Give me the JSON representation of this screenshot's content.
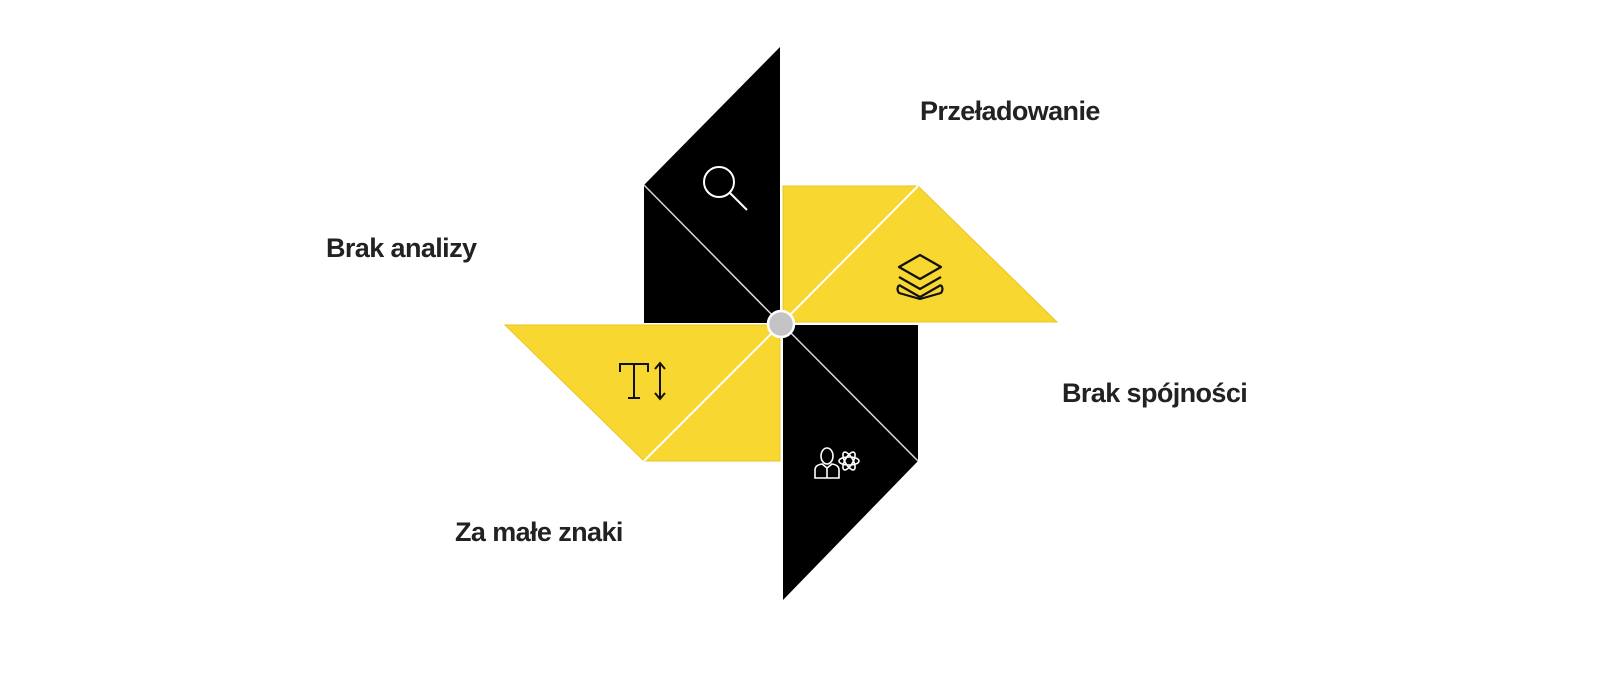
{
  "diagram": {
    "type": "pinwheel",
    "colors": {
      "black_blade": "#000000",
      "yellow_blade": "#f8d731",
      "yellow_edge": "#e8c62a",
      "hub": "#c4c4c4",
      "divider": "#ffffff",
      "label_text": "#222222"
    },
    "blades": [
      {
        "id": "top",
        "color": "black",
        "icon": "magnifying-glass-icon",
        "label": "Brak analizy"
      },
      {
        "id": "right",
        "color": "yellow",
        "icon": "stacked-layers-icon",
        "label": "Przeładowanie"
      },
      {
        "id": "bottom",
        "color": "black",
        "icon": "person-with-atom-icon",
        "label": "Brak spójności"
      },
      {
        "id": "left",
        "color": "yellow",
        "icon": "text-size-icon",
        "label": "Za małe znaki"
      }
    ],
    "labels": {
      "top_right": "Przeładowanie",
      "left": "Brak analizy",
      "right": "Brak spójności",
      "bottom_left": "Za małe znaki"
    }
  }
}
